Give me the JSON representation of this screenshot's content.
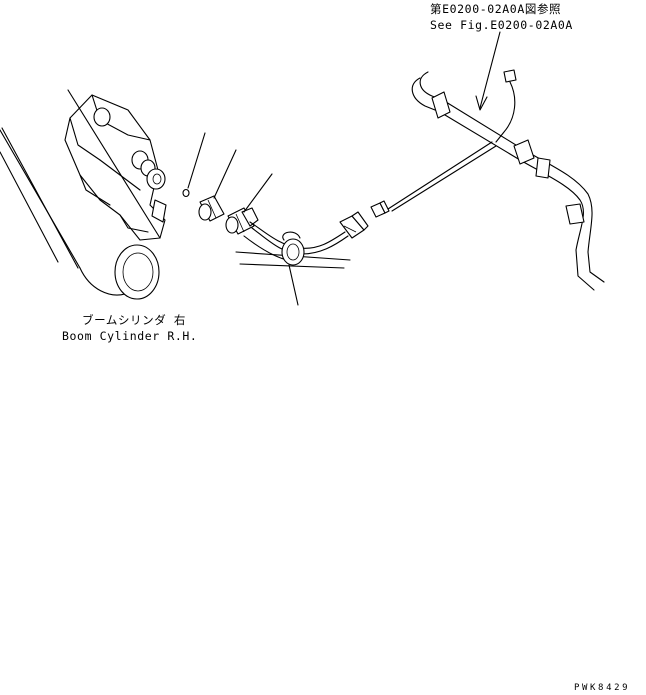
{
  "labels": {
    "ref_jp": "第E0200-02A0A図参照",
    "ref_en": "See Fig.E0200-02A0A",
    "boom_jp": "ブームシリンダ 右",
    "boom_en": "Boom Cylinder R.H.",
    "drawing_code": "PWK8429"
  },
  "colors": {
    "line": "#000000",
    "background": "#ffffff"
  }
}
